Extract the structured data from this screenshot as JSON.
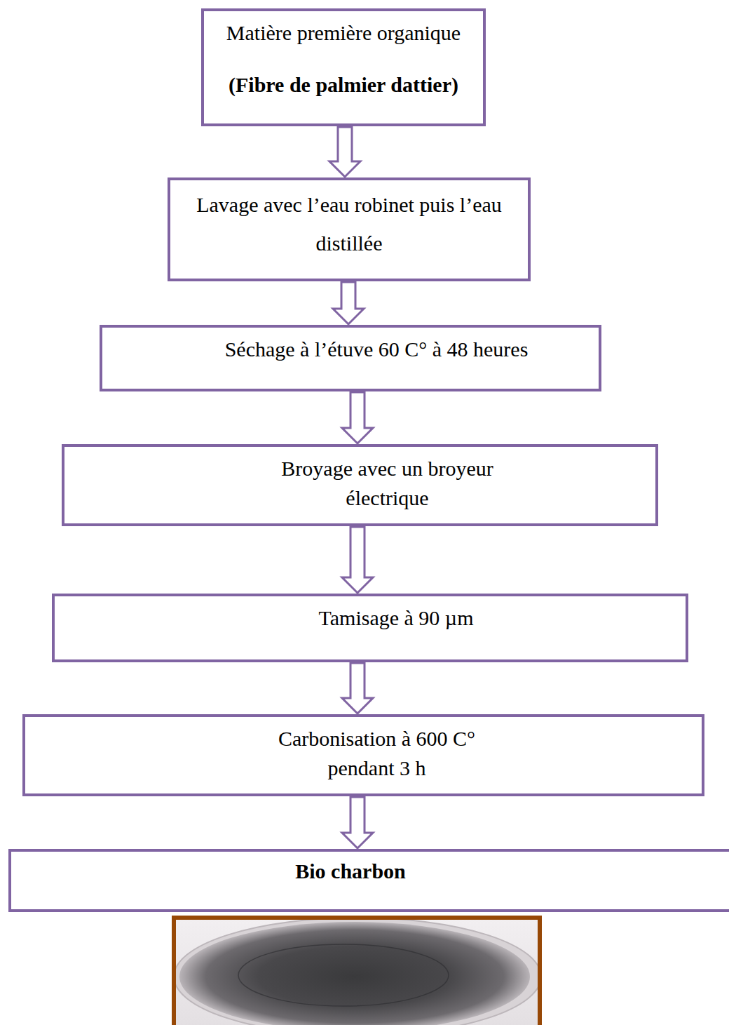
{
  "diagram": {
    "nodes": [
      {
        "text": [
          "Matière première organique",
          "(Fibre de palmier dattier)"
        ]
      },
      {
        "text": [
          "Lavage avec l’eau robinet puis l’eau distillée"
        ]
      },
      {
        "text": [
          "Séchage à l’étuve 60 C° à 48 heures"
        ]
      },
      {
        "text": [
          "Broyage avec un broyeur électrique"
        ]
      },
      {
        "text": [
          "Tamisage à 90 µm"
        ]
      },
      {
        "text": [
          "Carbonisation à 600 C° pendant 3 h"
        ]
      },
      {
        "text": [
          "Bio charbon"
        ]
      }
    ],
    "edges": [
      {
        "from": 0,
        "to": 1,
        "arrow": "to"
      },
      {
        "from": 1,
        "to": 2,
        "arrow": "to"
      },
      {
        "from": 2,
        "to": 3,
        "arrow": "to"
      },
      {
        "from": 3,
        "to": 4,
        "arrow": "to"
      },
      {
        "from": 4,
        "to": 5,
        "arrow": "to"
      },
      {
        "from": 5,
        "to": 6,
        "arrow": "to"
      }
    ]
  }
}
